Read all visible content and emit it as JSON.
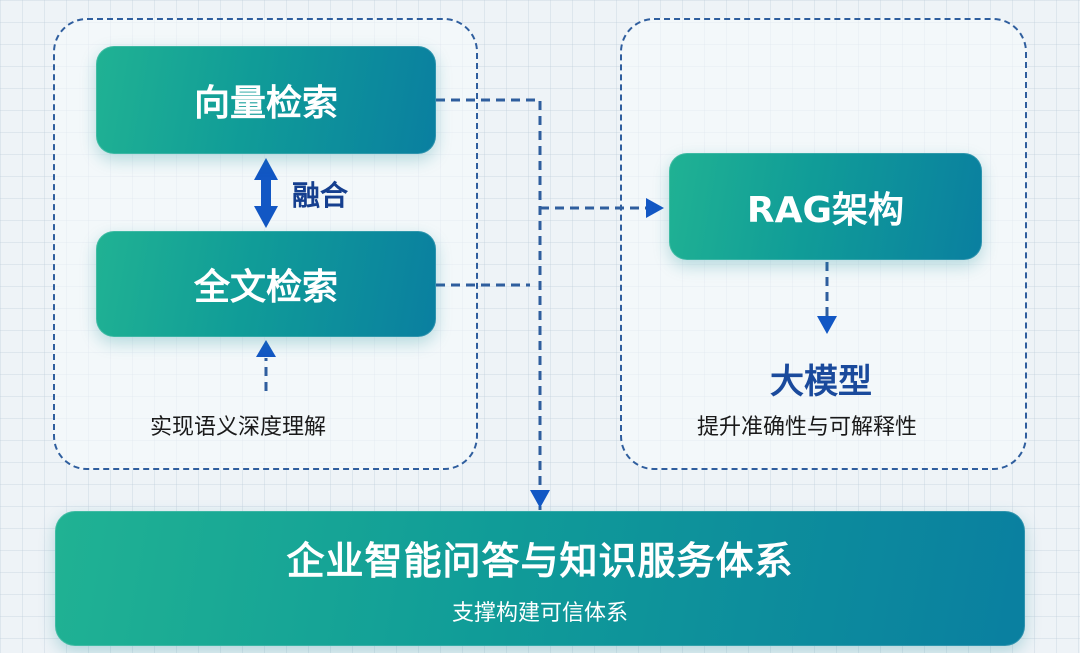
{
  "diagram": {
    "groups": {
      "left": "retrieval-group",
      "right": "rag-group"
    },
    "nodes": {
      "vector_search": "向量检索",
      "fulltext_search": "全文检索",
      "rag": "RAG架构",
      "enterprise_title": "企业智能问答与知识服务体系",
      "enterprise_subtitle": "支撑构建可信体系"
    },
    "labels": {
      "fusion": "融合",
      "semantic_understanding": "实现语义深度理解",
      "llm_title": "大模型",
      "llm_subtitle": "提升准确性与可解释性"
    },
    "edges": [
      {
        "from": "向量检索",
        "to": "全文检索",
        "label": "融合",
        "style": "solid",
        "direction": "both"
      },
      {
        "from": "实现语义深度理解",
        "to": "全文检索",
        "style": "dashed"
      },
      {
        "from": "向量检索",
        "to": "RAG架构",
        "style": "dashed"
      },
      {
        "from": "全文检索",
        "to": "RAG架构",
        "style": "dashed"
      },
      {
        "from": "向量检索",
        "to": "企业智能问答与知识服务体系",
        "style": "dashed"
      },
      {
        "from": "RAG架构",
        "to": "大模型",
        "style": "dashed"
      }
    ],
    "colors": {
      "node_gradient_start": "#20b293",
      "node_gradient_end": "#0a7fa0",
      "connector": "#2f5e9e",
      "arrowhead": "#1257c4",
      "accent_text": "#1a4a9c",
      "background": "#eef3f7"
    }
  }
}
